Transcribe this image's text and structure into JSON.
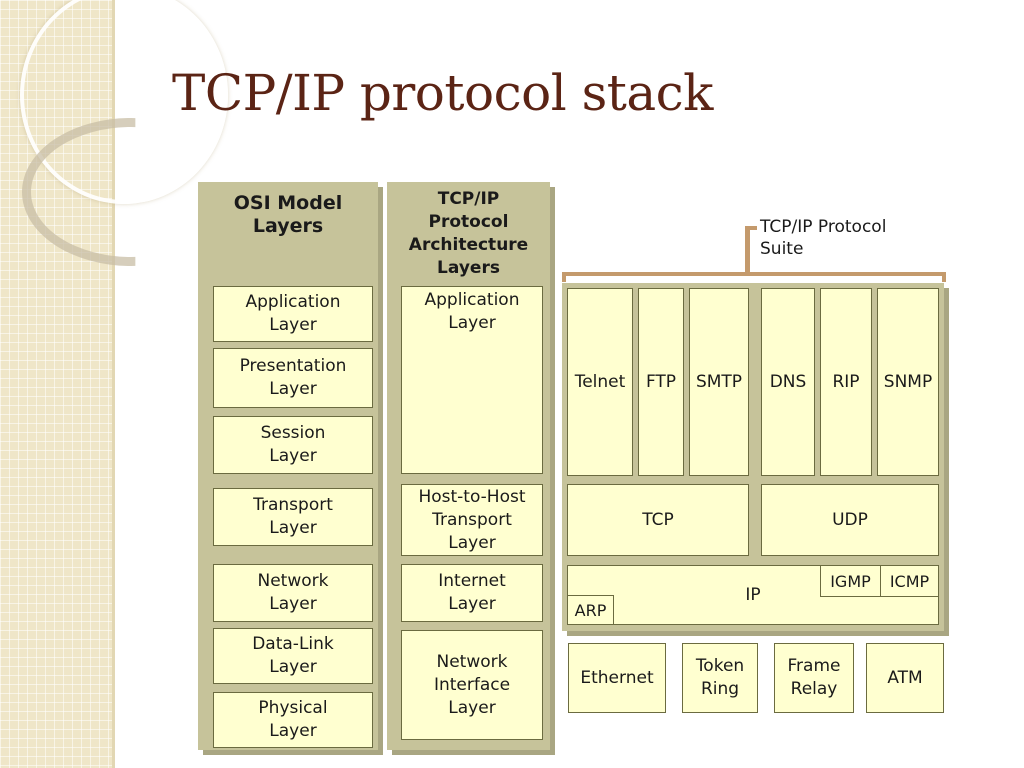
{
  "slide": {
    "title": "TCP/IP protocol stack"
  },
  "osi": {
    "header": "OSI Model\nLayers",
    "layers": [
      "Application\nLayer",
      "Presentation\nLayer",
      "Session\nLayer",
      "Transport\nLayer",
      "Network\nLayer",
      "Data-Link\nLayer",
      "Physical\nLayer"
    ]
  },
  "tcpip_arch": {
    "header": "TCP/IP\nProtocol\nArchitecture\nLayers",
    "layers": [
      "Application\nLayer",
      "Host-to-Host\nTransport\nLayer",
      "Internet\nLayer",
      "Network\nInterface\nLayer"
    ]
  },
  "suite": {
    "label": "TCP/IP Protocol\nSuite",
    "application_protocols": [
      "Telnet",
      "FTP",
      "SMTP",
      "DNS",
      "RIP",
      "SNMP"
    ],
    "transport_protocols": [
      "TCP",
      "UDP"
    ],
    "internet": {
      "main": "IP",
      "extras": [
        "IGMP",
        "ICMP"
      ],
      "arp": "ARP"
    },
    "network_interfaces": [
      "Ethernet",
      "Token\nRing",
      "Frame\nRelay",
      "ATM"
    ]
  },
  "colors": {
    "title": "#5b2415",
    "column_bg": "#c6c39a",
    "box_bg": "#ffffd0",
    "bracket": "#c49a6c"
  }
}
